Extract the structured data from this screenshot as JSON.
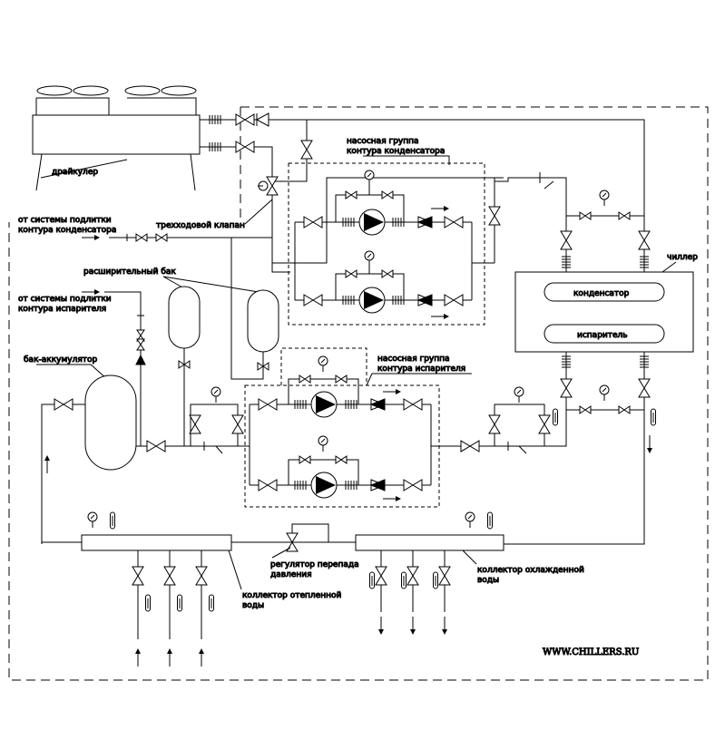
{
  "labels": {
    "drycooler": "драйкулер",
    "three_way_valve": "трехходовой клапан",
    "from_cond_supply_1": "от системы подлитки",
    "from_cond_supply_2": "контура конденсатора",
    "expansion_tank": "расширительный бак",
    "from_evap_supply_1": "от системы подлитки",
    "from_evap_supply_2": "контура испарителя",
    "accumulator_tank": "бак-аккумулятор",
    "cond_pump_group_1": "насосная группа",
    "cond_pump_group_2": "контура конденсатора",
    "evap_pump_group_1": "насосная группа",
    "evap_pump_group_2": "контура испарителя",
    "chiller": "чиллер",
    "condenser": "конденсатор",
    "evaporator": "испаритель",
    "dp_regulator_1": "регулятор перепада",
    "dp_regulator_2": "давления",
    "warm_collector_1": "коллектор отепленной",
    "warm_collector_2": "воды",
    "chilled_collector_1": "коллектор охлажденной",
    "chilled_collector_2": "воды"
  },
  "watermark": "WWW.CHILLERS.RU"
}
